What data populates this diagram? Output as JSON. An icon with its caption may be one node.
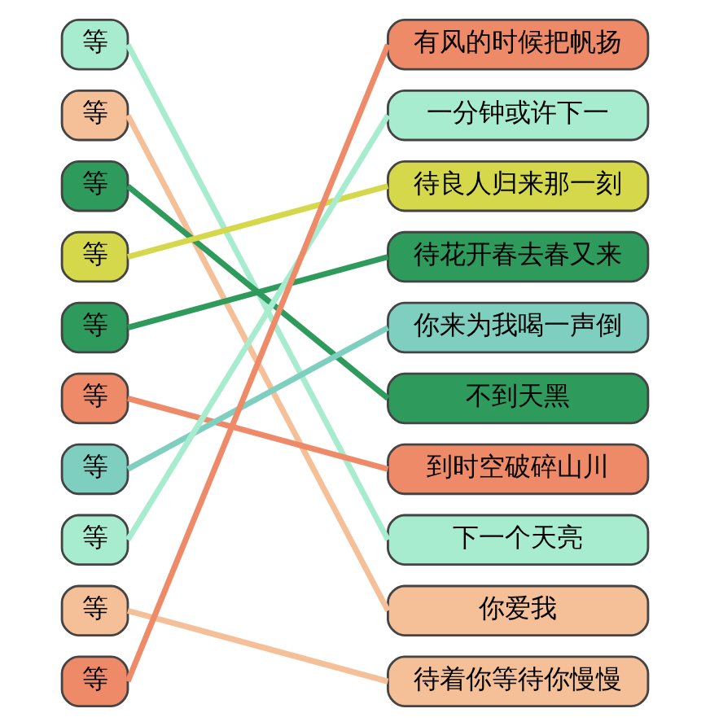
{
  "diagram": {
    "nodes": [
      {
        "text": [
          "等"
        ]
      },
      {
        "text": [
          "等"
        ]
      },
      {
        "text": [
          "等"
        ]
      },
      {
        "text": [
          "等"
        ]
      },
      {
        "text": [
          "等"
        ]
      },
      {
        "text": [
          "等"
        ]
      },
      {
        "text": [
          "等"
        ]
      },
      {
        "text": [
          "等"
        ]
      },
      {
        "text": [
          "等"
        ]
      },
      {
        "text": [
          "等"
        ]
      },
      {
        "text": [
          "有风的时候把帆扬"
        ]
      },
      {
        "text": [
          "一分钟或许下一"
        ]
      },
      {
        "text": [
          "待良人归来那一刻"
        ]
      },
      {
        "text": [
          "待花开春去春又来"
        ]
      },
      {
        "text": [
          "你来为我喝一声倒"
        ]
      },
      {
        "text": [
          "不到天黑"
        ]
      },
      {
        "text": [
          "到时空破碎山川"
        ]
      },
      {
        "text": [
          "下一个天亮"
        ]
      },
      {
        "text": [
          "你爱我"
        ]
      },
      {
        "text": [
          "待着你等待你慢慢"
        ]
      }
    ],
    "edges": [
      {
        "from": 0,
        "to": 17,
        "arrow": "none",
        "color": "#a8ecd0"
      },
      {
        "from": 1,
        "to": 18,
        "arrow": "none",
        "color": "#f5bf98"
      },
      {
        "from": 2,
        "to": 15,
        "arrow": "none",
        "color": "#2e9a5c"
      },
      {
        "from": 3,
        "to": 12,
        "arrow": "none",
        "color": "#d4d84a"
      },
      {
        "from": 4,
        "to": 13,
        "arrow": "none",
        "color": "#2e9a5c"
      },
      {
        "from": 5,
        "to": 16,
        "arrow": "none",
        "color": "#ee8a68"
      },
      {
        "from": 6,
        "to": 14,
        "arrow": "none",
        "color": "#7fcfc0"
      },
      {
        "from": 7,
        "to": 11,
        "arrow": "none",
        "color": "#a8ecd0"
      },
      {
        "from": 8,
        "to": 19,
        "arrow": "none",
        "color": "#f5bf98"
      },
      {
        "from": 9,
        "to": 10,
        "arrow": "none",
        "color": "#ee8a68"
      }
    ]
  }
}
